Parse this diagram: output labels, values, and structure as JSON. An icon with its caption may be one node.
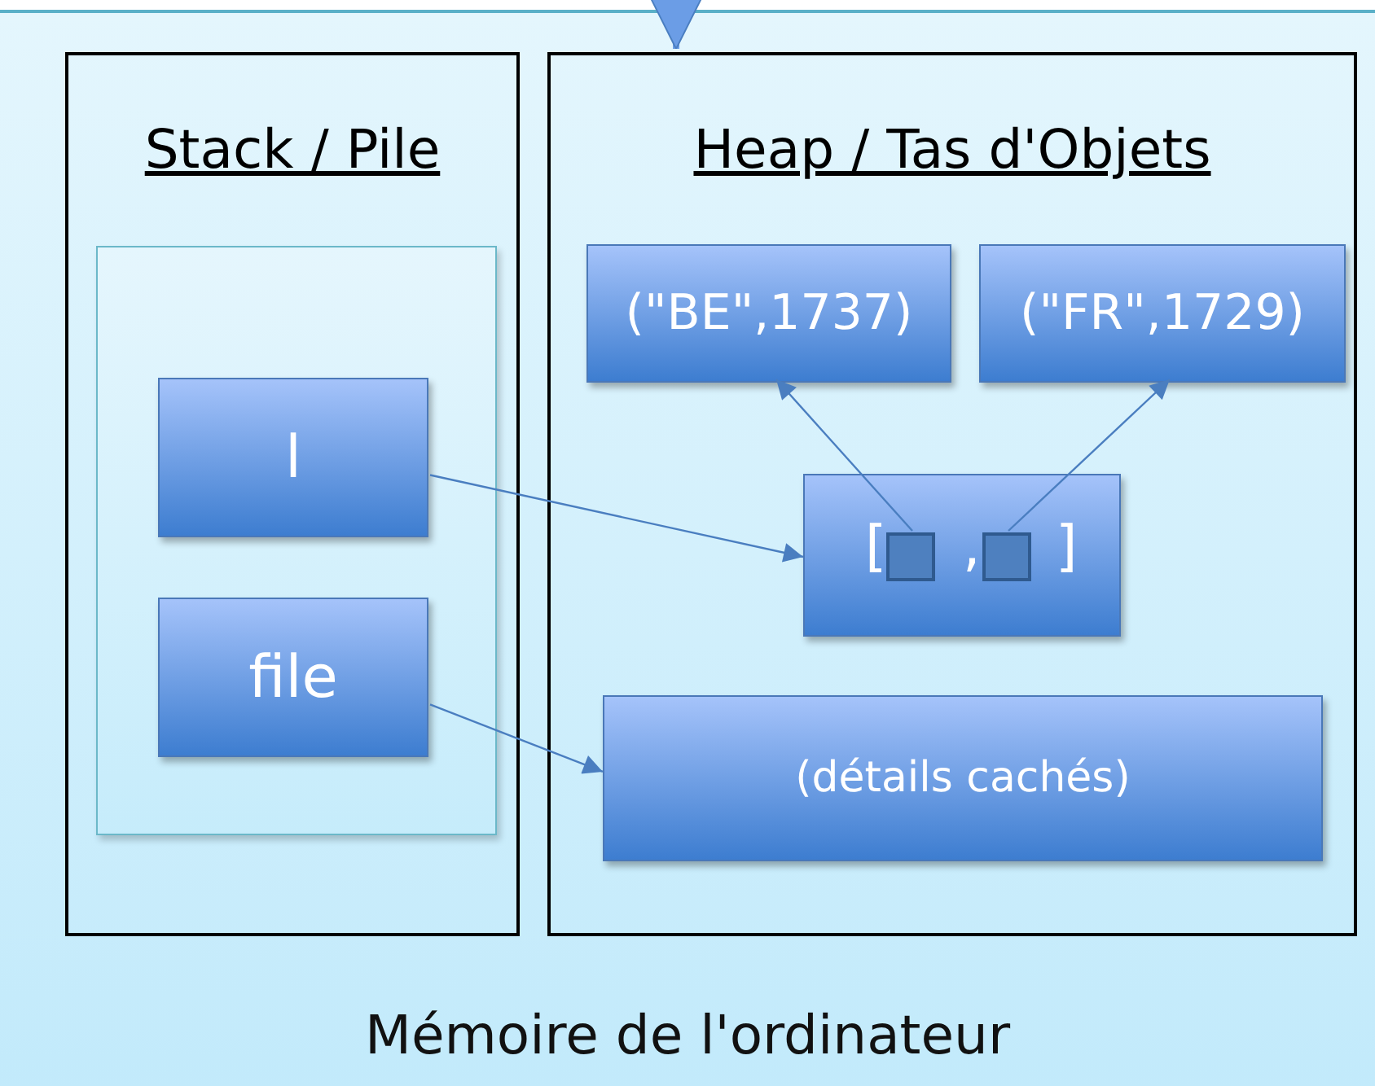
{
  "diagram": {
    "nodes": [
      {
        "text": [
          "Mémoire de l'ordinateur"
        ]
      },
      {
        "text": [
          "Stack / Pile"
        ],
        "in": 0
      },
      {
        "text": [
          "Heap / Tas d'Objets"
        ],
        "in": 0
      },
      {
        "text": [],
        "shape": "box",
        "in": 1
      },
      {
        "text": [
          "l"
        ],
        "in": 3
      },
      {
        "text": [
          "file"
        ],
        "in": 3
      },
      {
        "text": [
          "(\"BE\",1737)"
        ],
        "in": 2
      },
      {
        "text": [
          "(\"FR\",1729)"
        ],
        "in": 2
      },
      {
        "text": [
          "[",
          ",",
          "]"
        ],
        "in": 2
      },
      {
        "text": [],
        "shape": "box",
        "in": 8
      },
      {
        "text": [],
        "shape": "box",
        "in": 8
      },
      {
        "text": [
          "(détails cachés)"
        ],
        "in": 2
      }
    ],
    "edges": [
      {
        "from": null,
        "to": 2,
        "arrow": "to",
        "style": "thick"
      },
      {
        "from": 4,
        "to": 8,
        "arrow": "to"
      },
      {
        "from": 5,
        "to": 11,
        "arrow": "to"
      },
      {
        "from": 9,
        "to": 6,
        "arrow": "to"
      },
      {
        "from": 10,
        "to": 7,
        "arrow": "to"
      }
    ]
  }
}
